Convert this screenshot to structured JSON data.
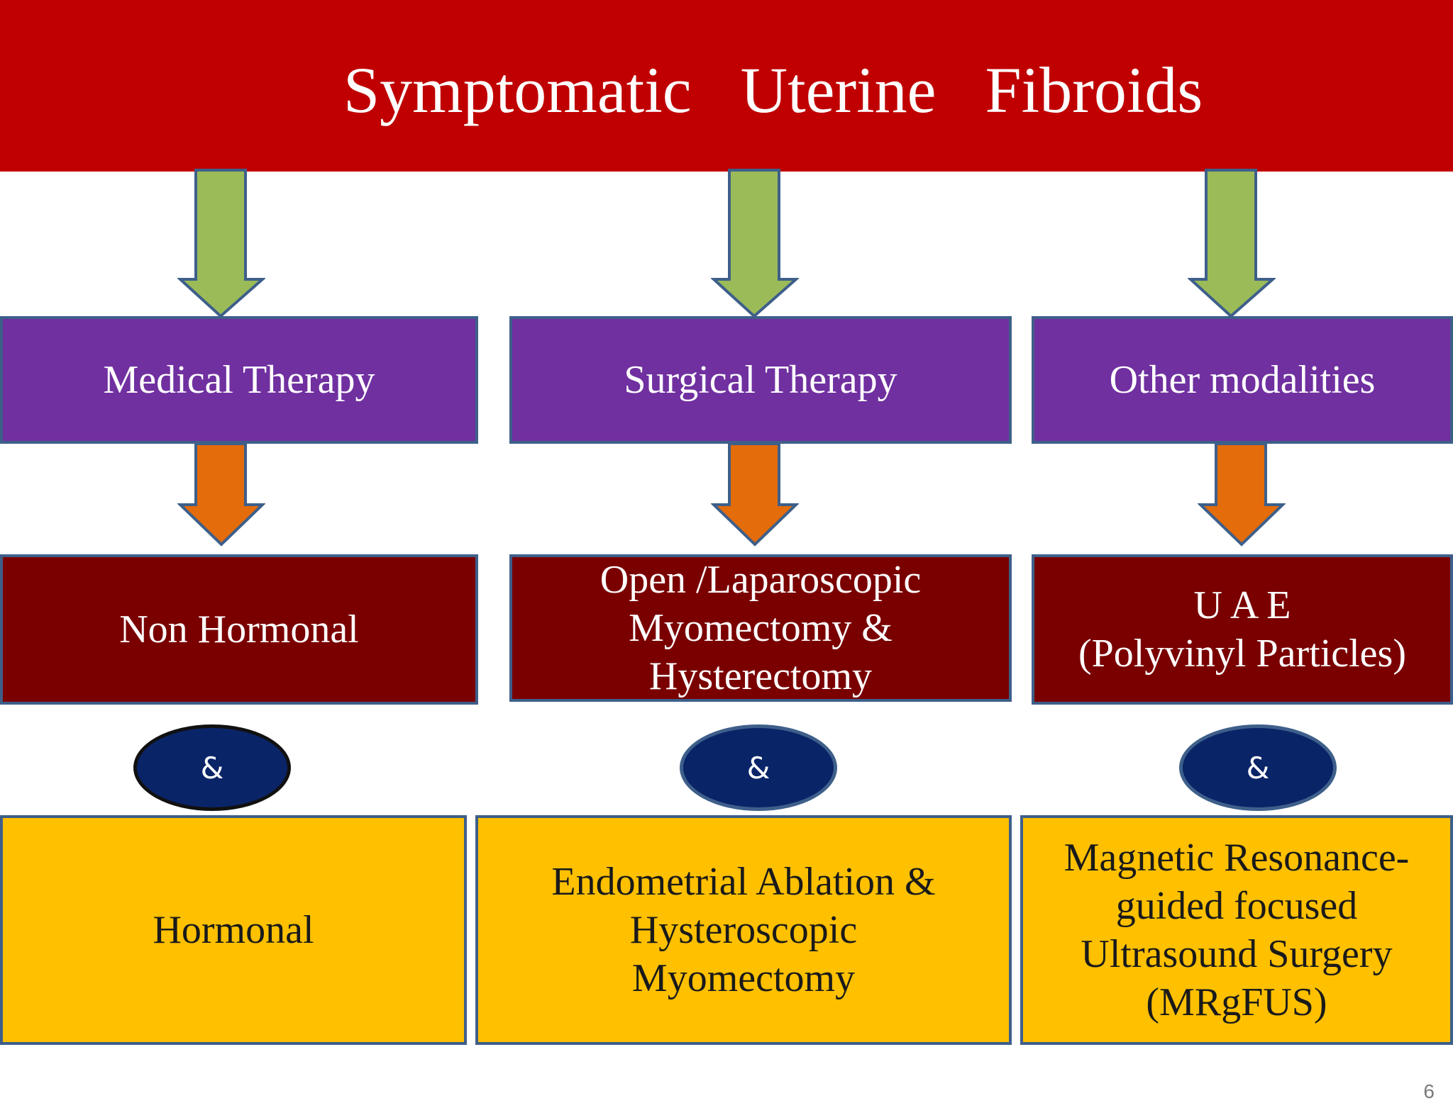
{
  "title": "Symptomatic   Uterine   Fibroids",
  "colors": {
    "header": "#c00000",
    "green_arrow": "#9bbb59",
    "orange_arrow": "#e46c0a",
    "purple_box": "#7030a0",
    "maroon_box": "#7a0000",
    "gold_box": "#ffc000",
    "oval": "#0a2468",
    "outline": "#3e5f8a"
  },
  "columns": [
    {
      "therapy": "Medical   Therapy",
      "option_a": "Non  Hormonal",
      "connector": "&",
      "option_b": "Hormonal"
    },
    {
      "therapy": "Surgical Therapy",
      "option_a": "Open /Laparoscopic\nMyomectomy   &\nHysterectomy",
      "connector": "&",
      "option_b": "Endometrial  Ablation  &\nHysteroscopic\nMyomectomy"
    },
    {
      "therapy": "Other modalities",
      "option_a": "U A E\n(Polyvinyl Particles)",
      "connector": "&",
      "option_b": "Magnetic Resonance-\nguided focused\nUltrasound Surgery\n(MRgFUS)"
    }
  ],
  "page_number": "6"
}
